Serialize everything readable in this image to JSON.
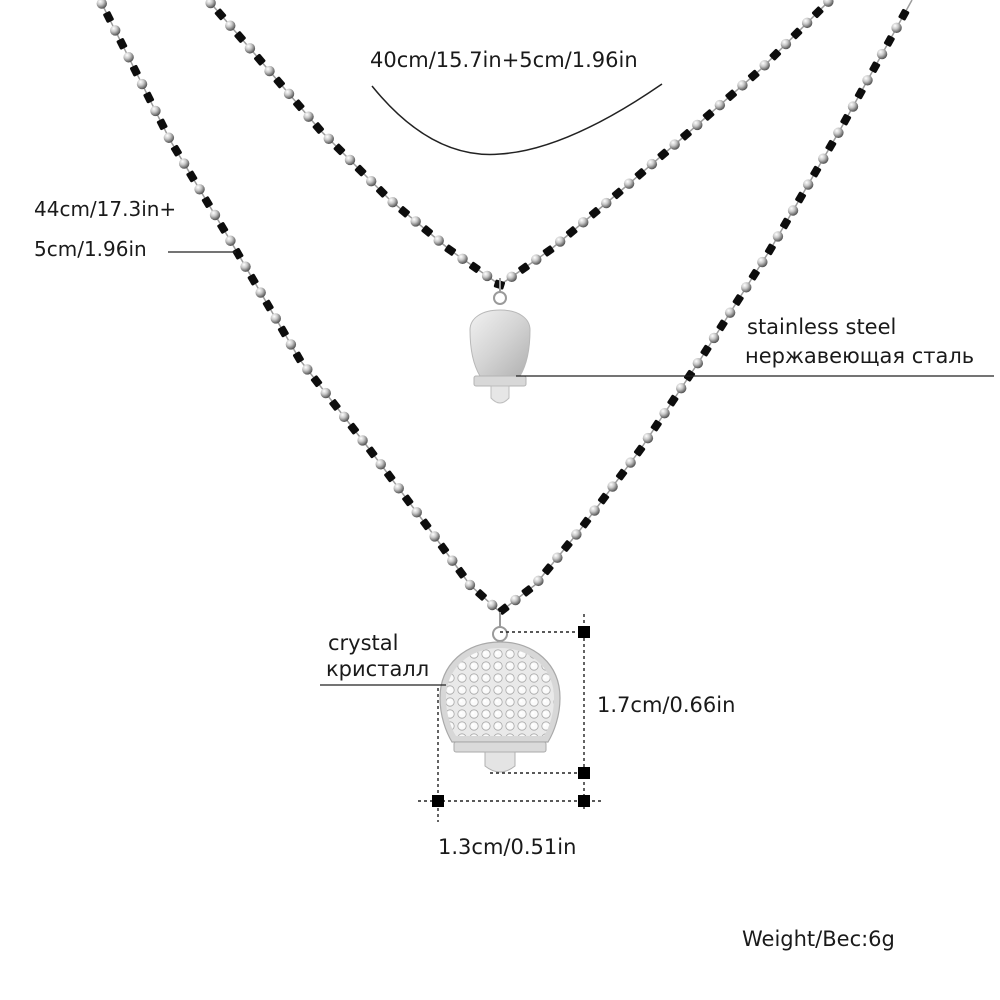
{
  "outer_necklace_length": {
    "line1": "44cm/17.3in+",
    "line2": "5cm/1.96in"
  },
  "inner_necklace_length": "40cm/15.7in+5cm/1.96in",
  "pendant_material": {
    "english": "stainless steel",
    "russian": "нержавеющая сталь"
  },
  "crystal_material": {
    "english": "crystal",
    "russian": "кристалл"
  },
  "dimensions": {
    "height": "1.7cm/0.66in",
    "width": "1.3cm/0.51in"
  },
  "weight": "Weight/Bec:6g",
  "colors": {
    "silver_bead": "#c9c9c9",
    "black_bead": "#0d0d0d",
    "metal": "#dcdcdc",
    "text": "#1a1a1a"
  }
}
